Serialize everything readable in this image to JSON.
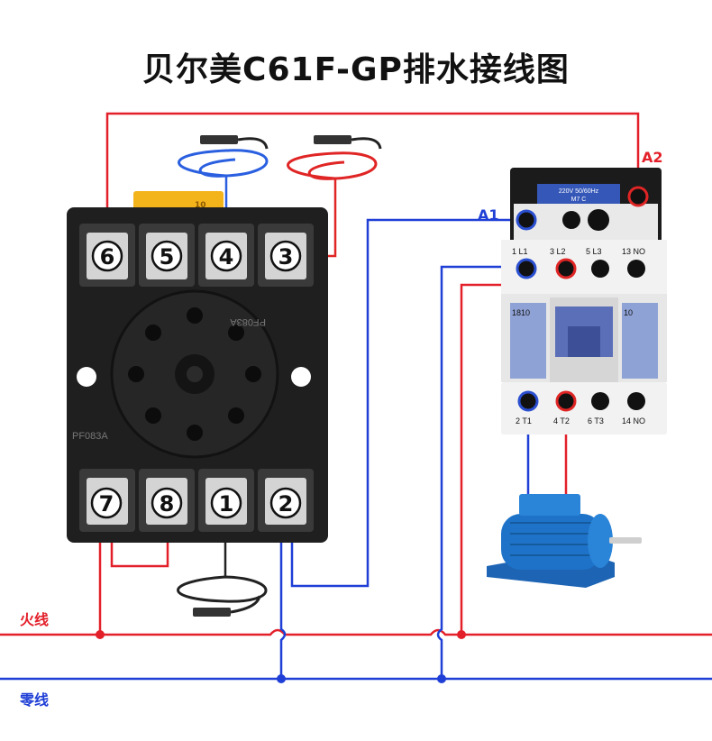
{
  "title": "贝尔美C61F-GP排水接线图",
  "labels": {
    "live": "火线",
    "neutral": "零线",
    "a1": "A1",
    "a2": "A2"
  },
  "relay": {
    "top_terminals": [
      "6",
      "5",
      "4",
      "3"
    ],
    "bottom_terminals": [
      "7",
      "8",
      "1",
      "2"
    ],
    "label_top": "PF083A",
    "label_bottom": "PF083A"
  },
  "contactor": {
    "rating": "220V 50/60Hz",
    "model": "M7   C",
    "coil_a1": "A1",
    "coil_a2": "A2",
    "top_labels": [
      "1 L1",
      "3 L2",
      "5 L3",
      "13 NO"
    ],
    "bottom_labels": [
      "2 T1",
      "4 T2",
      "6 T3",
      "14 NO"
    ],
    "front_left": "1810",
    "front_right": "10"
  },
  "colors": {
    "live": "#e3202a",
    "neutral": "#1f3fd6",
    "relay_body": "#1f1f1f",
    "contactor_white": "#f2f2f2",
    "contactor_blue": "#5a6fb8",
    "motor": "#1e73c8",
    "probe_blue": "#2a5fe0",
    "probe_red": "#e02525",
    "probe_black": "#222222"
  }
}
